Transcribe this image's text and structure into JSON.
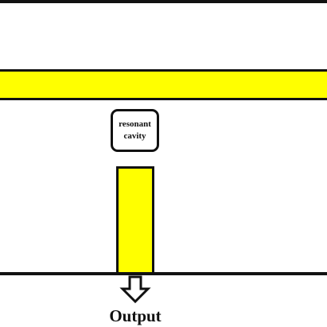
{
  "diagram": {
    "cavity": {
      "line1": "resonant",
      "line2": "cavity"
    },
    "output_label": "Output",
    "colors": {
      "waveguide_fill": "#ffff00",
      "stroke": "#111111",
      "background": "#ffffff"
    },
    "icons": {
      "output": "down-arrow-outline-icon"
    }
  }
}
